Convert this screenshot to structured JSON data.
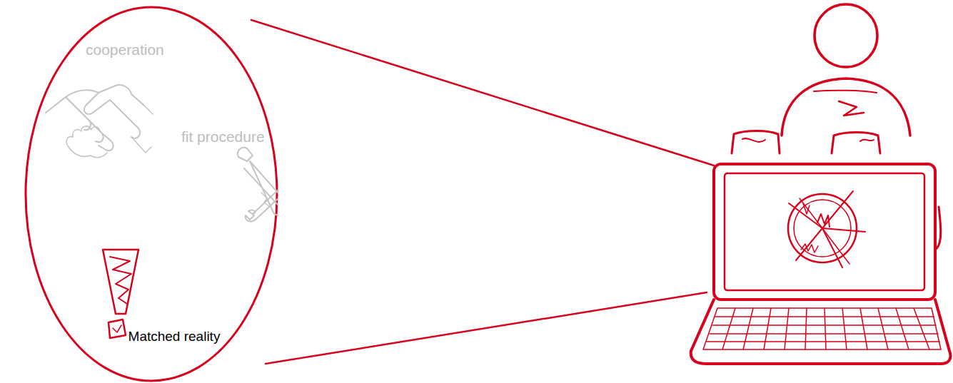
{
  "diagram": {
    "nodes": [
      {
        "text": [
          "cooperation",
          "fit procedure",
          "Matched reality"
        ]
      }
    ]
  }
}
